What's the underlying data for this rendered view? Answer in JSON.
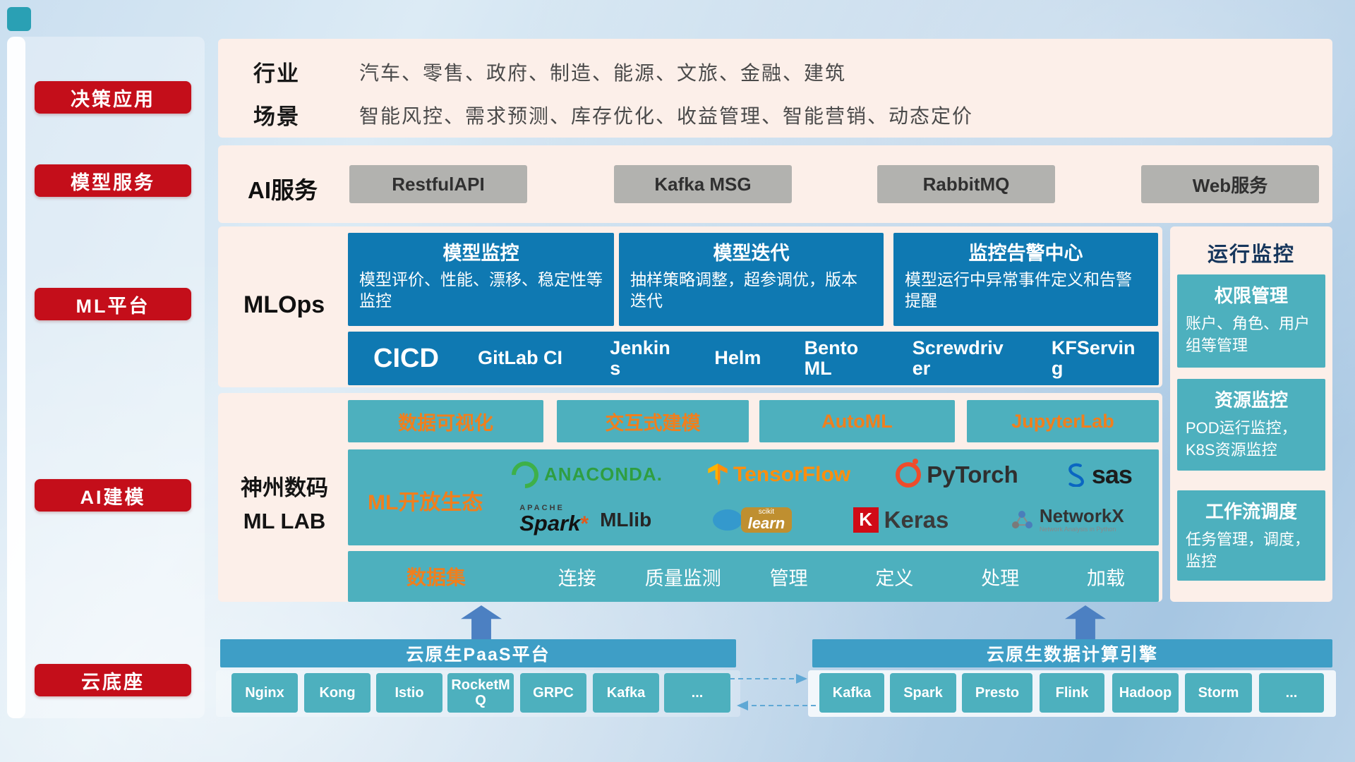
{
  "sidebar": {
    "items": [
      {
        "label": "决策应用"
      },
      {
        "label": "模型服务"
      },
      {
        "label": "ML平台"
      },
      {
        "label": "AI建模"
      },
      {
        "label": "云底座"
      }
    ]
  },
  "industry": {
    "row1_label": "行业",
    "row1_text": "汽车、零售、政府、制造、能源、文旅、金融、建筑",
    "row2_label": "场景",
    "row2_text": "智能风控、需求预测、库存优化、收益管理、智能营销、动态定价"
  },
  "ai_service": {
    "label": "AI服务",
    "buttons": [
      "RestfulAPI",
      "Kafka MSG",
      "RabbitMQ",
      "Web服务"
    ]
  },
  "mlops": {
    "label": "MLOps",
    "cards": [
      {
        "title": "模型监控",
        "desc": "模型评价、性能、漂移、稳定性等监控"
      },
      {
        "title": "模型迭代",
        "desc": "抽样策略调整，超参调优，版本迭代"
      },
      {
        "title": "监控告警中心",
        "desc": "模型运行中异常事件定义和告警提醒"
      }
    ],
    "cicd_label": "CICD",
    "cicd_items": [
      "GitLab CI",
      "Jenkins",
      "Helm",
      "BentoML",
      "Screwdriver",
      "KFServing"
    ]
  },
  "mllab": {
    "label_line1": "神州数码",
    "label_line2": "ML LAB",
    "tools": [
      "数据可视化",
      "交互式建模",
      "AutoML",
      "JupyterLab"
    ],
    "eco_label": "ML开放生态",
    "dataset_label": "数据集",
    "dataset_items": [
      "连接",
      "质量监测",
      "管理",
      "定义",
      "处理",
      "加载"
    ]
  },
  "logos": {
    "anaconda": "ANACONDA.",
    "tensorflow": "TensorFlow",
    "pytorch": "PyTorch",
    "sas": "sas",
    "apache": "APACHE",
    "spark": "Spark",
    "mllib": "MLlib",
    "scikit": "scikit",
    "learn": "learn",
    "keras_initial": "K",
    "keras": "Keras",
    "networkx": "NetworkX",
    "networkx_sub": "Network Analysis in Python"
  },
  "monitoring": {
    "title": "运行监控",
    "cards": [
      {
        "title": "权限管理",
        "desc": "账户、角色、用户组等管理"
      },
      {
        "title": "资源监控",
        "desc": "POD运行监控，K8S资源监控"
      },
      {
        "title": "工作流调度",
        "desc": "任务管理，调度，监控"
      }
    ]
  },
  "cloud": {
    "paas_title": "云原生PaaS平台",
    "paas_items": [
      "Nginx",
      "Kong",
      "Istio",
      "RocketMQ",
      "GRPC",
      "Kafka",
      "..."
    ],
    "engine_title": "云原生数据计算引擎",
    "engine_items": [
      "Kafka",
      "Spark",
      "Presto",
      "Flink",
      "Hadoop",
      "Storm",
      "..."
    ]
  },
  "colors": {
    "sidebar_red": "#c40e1a",
    "band_pink": "#fcefe9",
    "deep_blue": "#0f79b2",
    "teal": "#4db0be",
    "header_blue": "#3e9ec6",
    "accent_orange": "#f07f1d",
    "gray_button": "#b2b2af",
    "arrow_blue": "#4c80c2"
  }
}
